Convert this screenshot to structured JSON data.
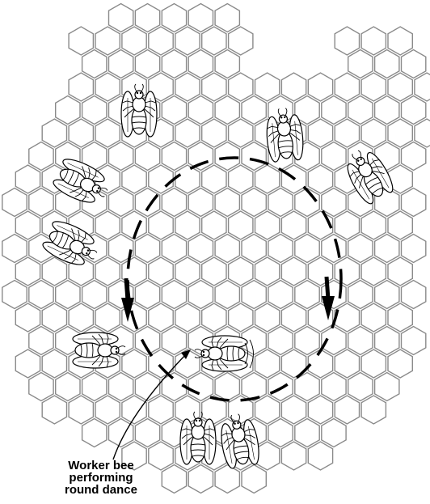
{
  "caption": {
    "lines": [
      "Worker bee",
      "performing",
      "round dance"
    ]
  },
  "colors": {
    "cell_stroke": "#8a8a8a",
    "line": "#000000",
    "background": "#ffffff"
  },
  "icons": {
    "bee": "bee-icon",
    "dance_path": "dashed-circle",
    "direction": "arrow-icon"
  }
}
